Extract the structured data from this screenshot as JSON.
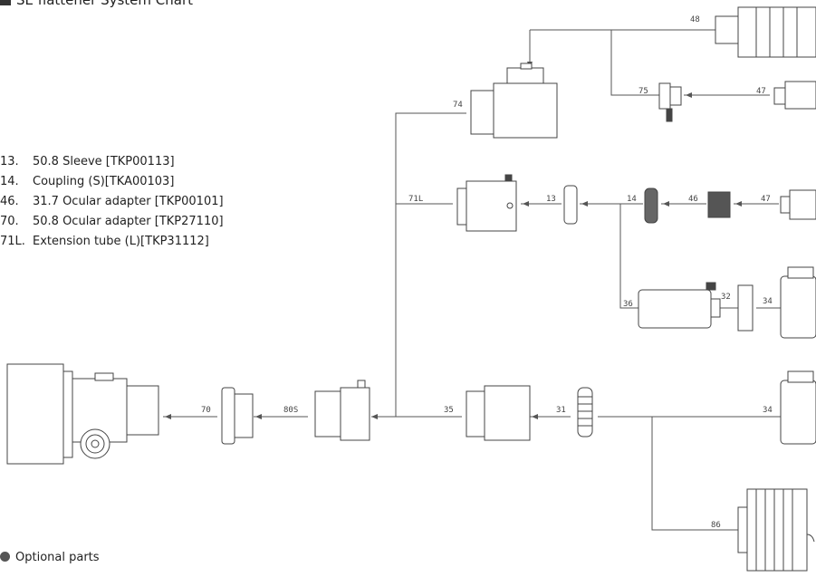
{
  "title": "SE flattener System Chart",
  "legend": [
    {
      "num": "13.",
      "text": "50.8 Sleeve [TKP00113]"
    },
    {
      "num": "14.",
      "text": "Coupling (S)[TKA00103]"
    },
    {
      "num": "46.",
      "text": "31.7 Ocular adapter [TKP00101]"
    },
    {
      "num": "70.",
      "text": "50.8 Ocular adapter [TKP27110]"
    },
    {
      "num": "71L.",
      "text": "Extension tube (L)[TKP31112]"
    }
  ],
  "optional_label": "Optional parts",
  "part_labels": {
    "p48": "48",
    "p74": "74",
    "p75": "75",
    "p47a": "47",
    "p71l": "71L",
    "p13": "13",
    "p14": "14",
    "p46": "46",
    "p47b": "47",
    "p36": "36",
    "p32": "32",
    "p34a": "34",
    "p70": "70",
    "p80s": "80S",
    "p35": "35",
    "p31": "31",
    "p34b": "34",
    "p86": "86"
  }
}
